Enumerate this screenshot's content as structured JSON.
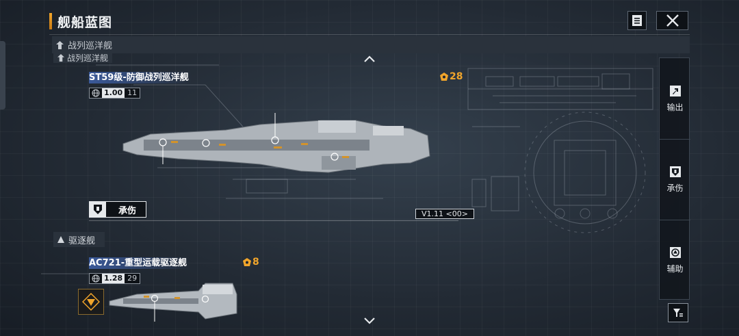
{
  "header": {
    "title": "舰船蓝图"
  },
  "category_bar": {
    "label": "战列巡洋舰"
  },
  "category_label_ghost": "战列巡洋舰",
  "ships": [
    {
      "name": "ST59级-防御战列巡洋舰",
      "rating_main": "1.00",
      "rating_sub": "11",
      "cost": "28",
      "role": "承伤",
      "version": "V1.11 <00>"
    },
    {
      "name": "AC721-重型运载驱逐舰",
      "rating_main": "1.28",
      "rating_sub": "29",
      "cost": "8"
    }
  ],
  "section2": {
    "label": "驱逐舰"
  },
  "right_panel": {
    "tabs": [
      {
        "label": "输出",
        "icon": "arrow-up-right-icon"
      },
      {
        "label": "承伤",
        "icon": "shield-icon"
      },
      {
        "label": "辅助",
        "icon": "support-icon"
      }
    ]
  },
  "colors": {
    "accent": "#f1a52b",
    "name_highlight": "#3b5a9a",
    "panel": "#12171d"
  }
}
